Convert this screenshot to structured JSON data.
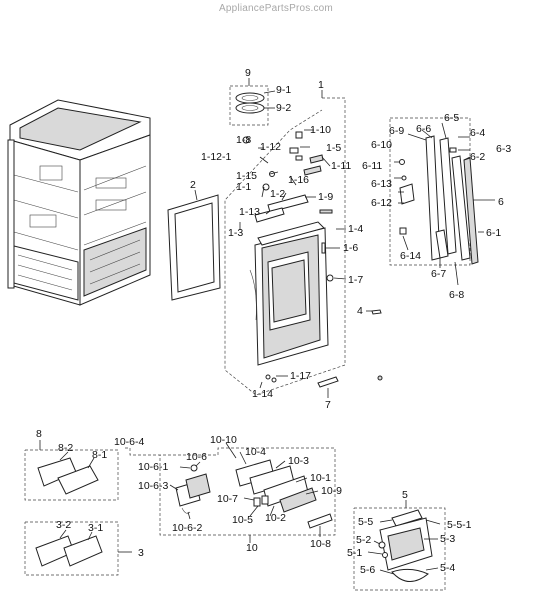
{
  "watermark": "AppliancePartsPros.com",
  "labels": {
    "l9": "9",
    "l9_1": "9-1",
    "l9_2": "9-2",
    "l1": "1",
    "l1_8": "1-8",
    "l1_10": "1-10",
    "l1_12": "1-12",
    "l1_12_1": "1-12-1",
    "l1_5": "1-5",
    "l1_11": "1-11",
    "l1_15": "1-15",
    "l1_16": "1-16",
    "l1_1": "1-1",
    "l1_2": "1-2",
    "l1_9": "1-9",
    "l1_13": "1-13",
    "l1_3": "1-3",
    "l1_4": "1-4",
    "l1_6": "1-6",
    "l1_7": "1-7",
    "l1_17": "1-17",
    "l1_14": "1-14",
    "l2": "2",
    "l4": "4",
    "l7": "7",
    "l6": "6",
    "l6_1": "6-1",
    "l6_2": "6-2",
    "l6_3": "6-3",
    "l6_4": "6-4",
    "l6_5": "6-5",
    "l6_6": "6-6",
    "l6_7": "6-7",
    "l6_8": "6-8",
    "l6_9": "6-9",
    "l6_10": "6-10",
    "l6_11": "6-11",
    "l6_12": "6-12",
    "l6_13": "6-13",
    "l6_14": "6-14",
    "l8": "8",
    "l8_1": "8-1",
    "l8_2": "8-2",
    "l3": "3",
    "l3_1": "3-1",
    "l3_2": "3-2",
    "l10": "10",
    "l10_1": "10-1",
    "l10_2": "10-2",
    "l10_3": "10-3",
    "l10_4": "10-4",
    "l10_5": "10-5",
    "l10_6": "10-6",
    "l10_6_1": "10-6-1",
    "l10_6_2": "10-6-2",
    "l10_6_3": "10-6-3",
    "l10_6_4": "10-6-4",
    "l10_7": "10-7",
    "l10_8": "10-8",
    "l10_9": "10-9",
    "l10_10": "10-10",
    "l5": "5",
    "l5_1": "5-1",
    "l5_2": "5-2",
    "l5_3": "5-3",
    "l5_4": "5-4",
    "l5_5": "5-5",
    "l5_5_1": "5-5-1",
    "l5_6": "5-6"
  }
}
